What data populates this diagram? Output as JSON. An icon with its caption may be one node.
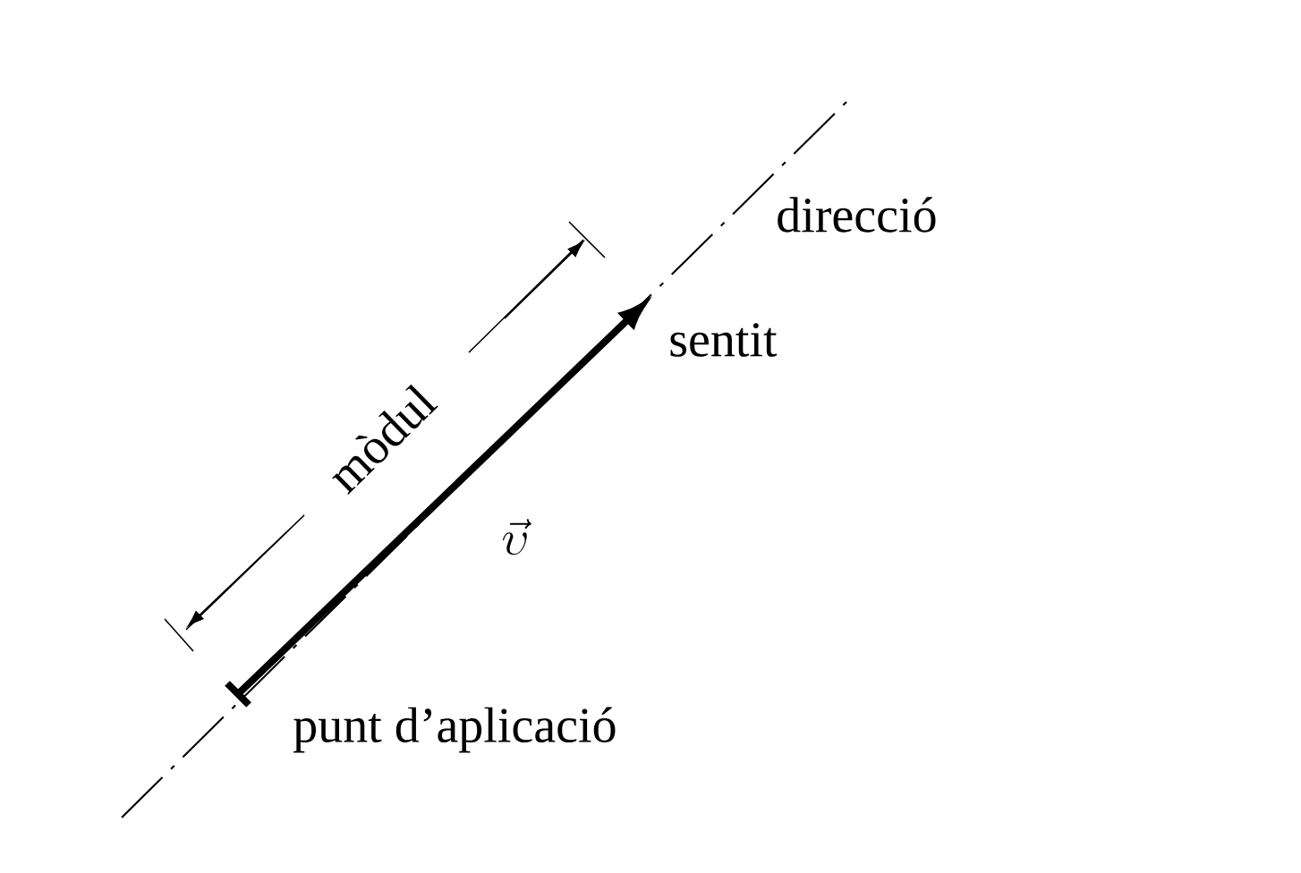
{
  "diagram": {
    "labels": [
      "direcció",
      "sentit",
      "mòdul",
      "\\vec{\\upsilon}",
      "punt d’aplicació"
    ]
  }
}
